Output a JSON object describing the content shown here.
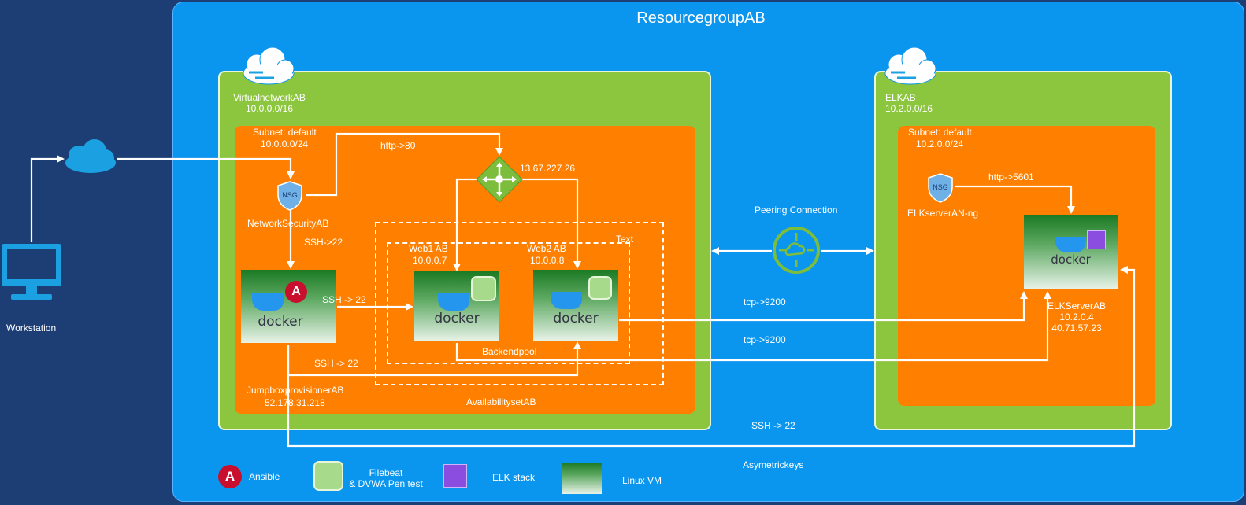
{
  "resource_group": {
    "title": "ResourcegroupAB"
  },
  "workstation": {
    "label": "Workstation"
  },
  "vnet_left": {
    "name": "VirtualnetworkAB",
    "cidr": "10.0.0.0/16",
    "subnet_name": "Subnet: default",
    "subnet_cidr": "10.0.0.0/24"
  },
  "nsg_left": {
    "icon": "NSG",
    "label": "NetworkSecurityAB"
  },
  "lb": {
    "ip": "13.67.227.26",
    "rule": "http->80"
  },
  "jumpbox": {
    "name": "JumpboxprovisionerAB",
    "ip": "52.178.31.218",
    "ssh_in": "SSH->22",
    "ssh_web1": "SSH -> 22",
    "ssh_web2": "SSH -> 22"
  },
  "availability_set": {
    "label": "AvailabilitysetAB",
    "text": "Text"
  },
  "backend_pool": {
    "label": "Backendpool"
  },
  "web1": {
    "name": "Web1 AB",
    "ip": "10.0.0.7"
  },
  "web2": {
    "name": "Web2 AB",
    "ip": "10.0.0.8"
  },
  "peering": {
    "label": "Peering Connection"
  },
  "vnet_right": {
    "name": "ELKAB",
    "cidr": "10.2.0.0/16",
    "subnet_name": "Subnet: default",
    "subnet_cidr": "10.2.0.0/24"
  },
  "nsg_right": {
    "icon": "NSG",
    "label": "ELKserverAN-ng",
    "rule": "http->5601"
  },
  "elk": {
    "name": "ELKServerAB",
    "ip1": "10.2.0.4",
    "ip2": "40.71.57.23"
  },
  "flows": {
    "tcp1": "tcp->9200",
    "tcp2": "tcp->9200",
    "ssh_elk": "SSH -> 22",
    "keys": "Asymetrickeys"
  },
  "docker_word": "docker",
  "legend": {
    "ansible": "Ansible",
    "filebeat_1": "Filebeat",
    "filebeat_2": "& DVWA Pen test",
    "elk_stack": "ELK stack",
    "linux_vm": "Linux VM"
  },
  "colors": {
    "background": "#1d3e74",
    "resource_group": "#0a95ee",
    "vnet": "#8cc63e",
    "subnet": "#ff8000",
    "ansible": "#c8102e",
    "elk": "#8a4de0",
    "filebeat": "#a8da8c"
  }
}
